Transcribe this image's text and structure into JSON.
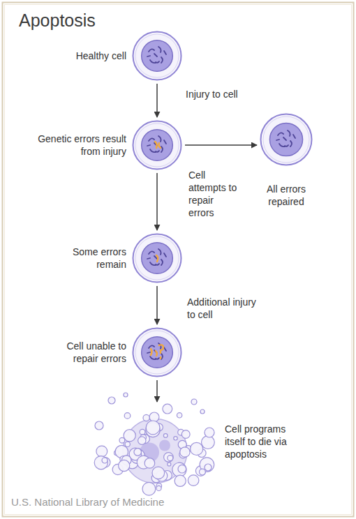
{
  "diagram": {
    "title": "Apoptosis",
    "nodes": [
      {
        "text": [
          "Healthy cell"
        ]
      },
      {
        "text": [
          "Genetic errors result from injury"
        ]
      },
      {
        "text": [
          "All errors repaired"
        ]
      },
      {
        "text": [
          "Some errors remain"
        ]
      },
      {
        "text": [
          "Cell unable to repair errors"
        ]
      },
      {
        "text": [
          "Cell programs itself to die via apoptosis"
        ]
      }
    ],
    "edges": [
      {
        "from": 0,
        "to": 1,
        "arrow": "to",
        "label": "Injury to cell"
      },
      {
        "from": 1,
        "to": 2,
        "arrow": "to"
      },
      {
        "from": 1,
        "to": 3,
        "arrow": "to",
        "label": "Cell attempts to repair errors"
      },
      {
        "from": 3,
        "to": 4,
        "arrow": "to",
        "label": "Additional injury to cell"
      },
      {
        "from": 4,
        "to": 5,
        "arrow": "to"
      }
    ],
    "labels": [
      "U.S. National Library of Medicine"
    ]
  }
}
